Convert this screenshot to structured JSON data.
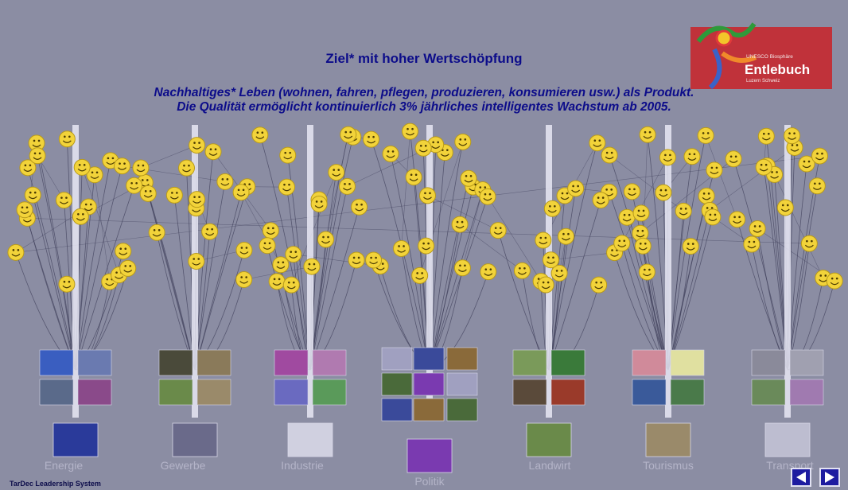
{
  "slide": {
    "title": "Ziel* mit hoher Wertschöpfung",
    "subtitle_line1": "Nachhaltiges* Leben (wohnen, fahren, pflegen, produzieren, konsumieren usw.) als Produkt.",
    "subtitle_line2": "Die Qualität ermöglicht kontinuierlich 3% jährliches intelligentes Wachstum ab 2005."
  },
  "logo": {
    "small_text": "UNESCO Biosphäre",
    "name": "Entlebuch",
    "sub_text": "Luzern Schweiz"
  },
  "categories": [
    "Energie",
    "Gewerbe",
    "Industrie",
    "Politik",
    "Landwirt",
    "Tourismus",
    "Transport"
  ],
  "footer": {
    "system_name": "TarDec Leadership System"
  },
  "nav": {
    "prev_icon": "triangle-left-icon",
    "next_icon": "triangle-right-icon"
  },
  "colors": {
    "background": "#8b8da3",
    "title": "#0c0c8a",
    "smiley": "#f2d33a",
    "logo": "#c0323a"
  }
}
